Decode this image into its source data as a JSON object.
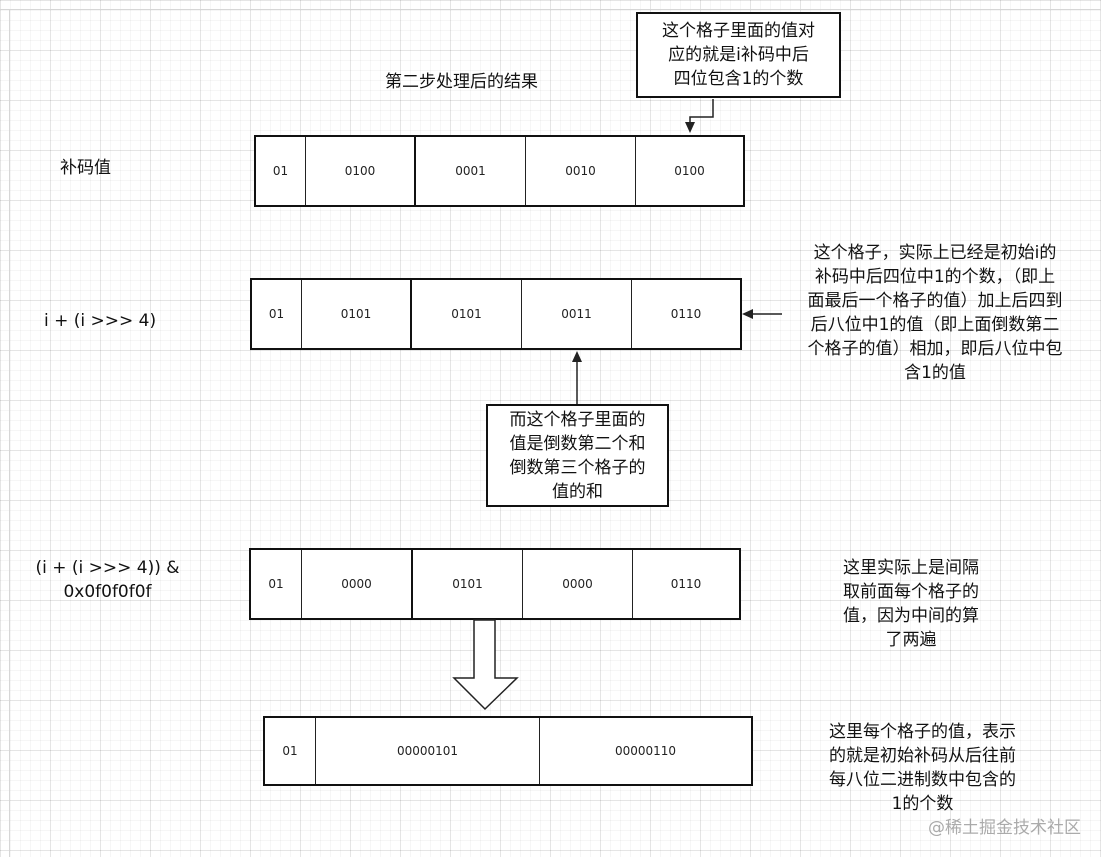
{
  "heading": "第二步处理后的结果",
  "rows": [
    {
      "label": "补码值",
      "cells": [
        "01",
        "0100",
        "0001",
        "0010",
        "0100"
      ]
    },
    {
      "label": "i + (i >>> 4)",
      "cells": [
        "01",
        "0101",
        "0101",
        "0011",
        "0110"
      ]
    },
    {
      "label_lines": [
        "(i + (i >>> 4)) &",
        "0x0f0f0f0f"
      ],
      "cells": [
        "01",
        "0000",
        "0101",
        "0000",
        "0110"
      ]
    },
    {
      "cells": [
        "01",
        "00000101",
        "00000110"
      ]
    }
  ],
  "notes": {
    "top_box": [
      "这个格子里面的值对",
      "应的就是i补码中后",
      "四位包含1的个数"
    ],
    "right_row2": [
      "这个格子，实际上已经是初始i的",
      "补码中后四位中1的个数，（即上",
      "面最后一个格子的值）加上后四到",
      "后八位中1的值（即上面倒数第二",
      "个格子的值）相加，即后八位中包",
      "含1的值"
    ],
    "middle_box": [
      "而这个格子里面的",
      "值是倒数第二个和",
      "倒数第三个格子的",
      "值的和"
    ],
    "right_row3": [
      "这里实际上是间隔",
      "取前面每个格子的",
      "值，因为中间的算",
      "了两遍"
    ],
    "right_row4": [
      "这里每个格子的值，表示",
      "的就是初始补码从后往前",
      "每八位二进制数中包含的",
      "1的个数"
    ]
  },
  "watermark": "@稀土掘金技术社区"
}
